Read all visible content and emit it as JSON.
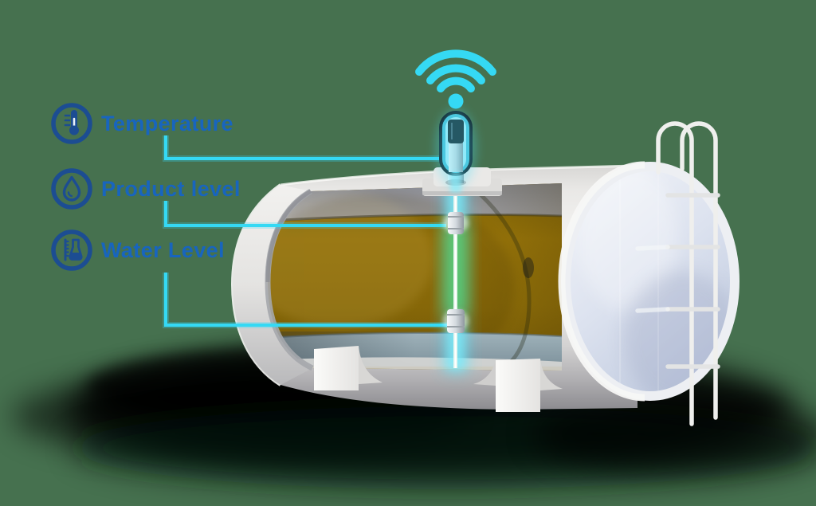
{
  "labels": [
    {
      "id": "temperature",
      "text": "Temperature",
      "icon": "thermometer-icon"
    },
    {
      "id": "product-level",
      "text": "Product level",
      "icon": "droplet-icon"
    },
    {
      "id": "water-level",
      "text": "Water Level",
      "icon": "water-gauge-icon"
    }
  ],
  "icons": {
    "connectivity": "wifi-icon",
    "temperature": "thermometer-icon",
    "product_level": "droplet-icon",
    "water_level": "water-gauge-icon"
  },
  "colors": {
    "background": "#46714F",
    "accent_cyan": "#35D9F4",
    "label_text": "#1865BE",
    "icon_blue": "#1C4D92",
    "tank_white": "#EFEEEC",
    "product_amber": "#9C780B",
    "water_gray": "#8FA3AD",
    "probe_green": "#4FE37A",
    "shadow_black": "#000000"
  }
}
